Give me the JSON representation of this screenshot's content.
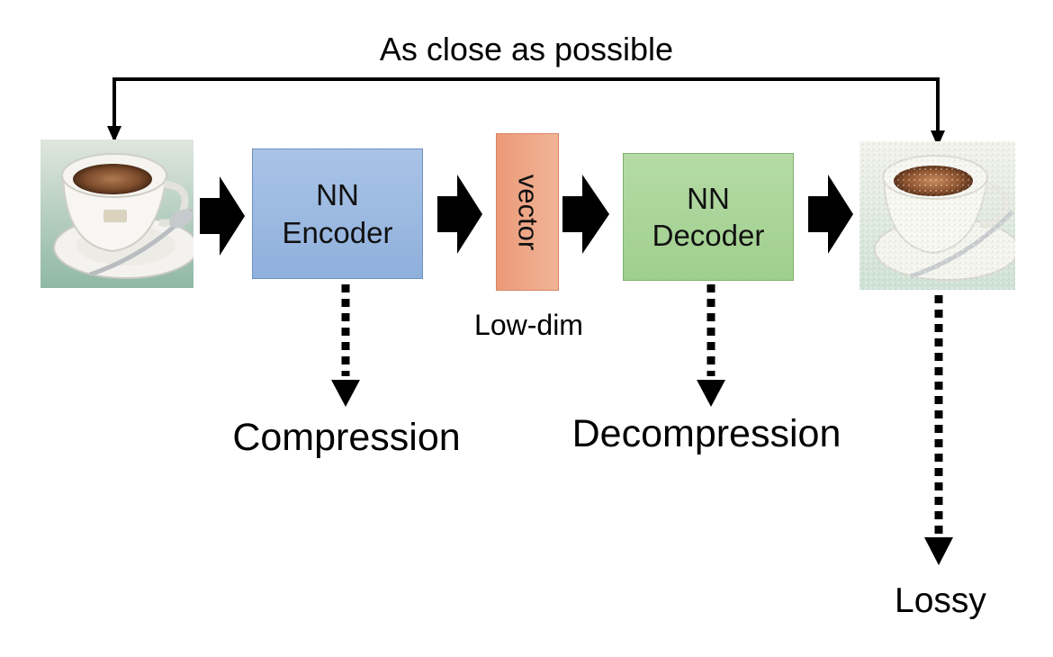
{
  "diagram": {
    "top_label": "As close as possible",
    "input_image": {
      "alt": "espresso cup photo"
    },
    "encoder": {
      "line1": "NN",
      "line2": "Encoder"
    },
    "vector": {
      "label": "vector",
      "caption": "Low-dim"
    },
    "decoder": {
      "line1": "NN",
      "line2": "Decoder"
    },
    "output_image": {
      "alt": "reconstructed noisy espresso cup photo"
    },
    "encoder_note": "Compression",
    "decoder_note": "Decompression",
    "output_note": "Lossy"
  },
  "colors": {
    "encoder_fill": "#9db9e1",
    "vector_fill": "#ee a688",
    "decoder_fill": "#aad599",
    "arrows": "#000000"
  }
}
